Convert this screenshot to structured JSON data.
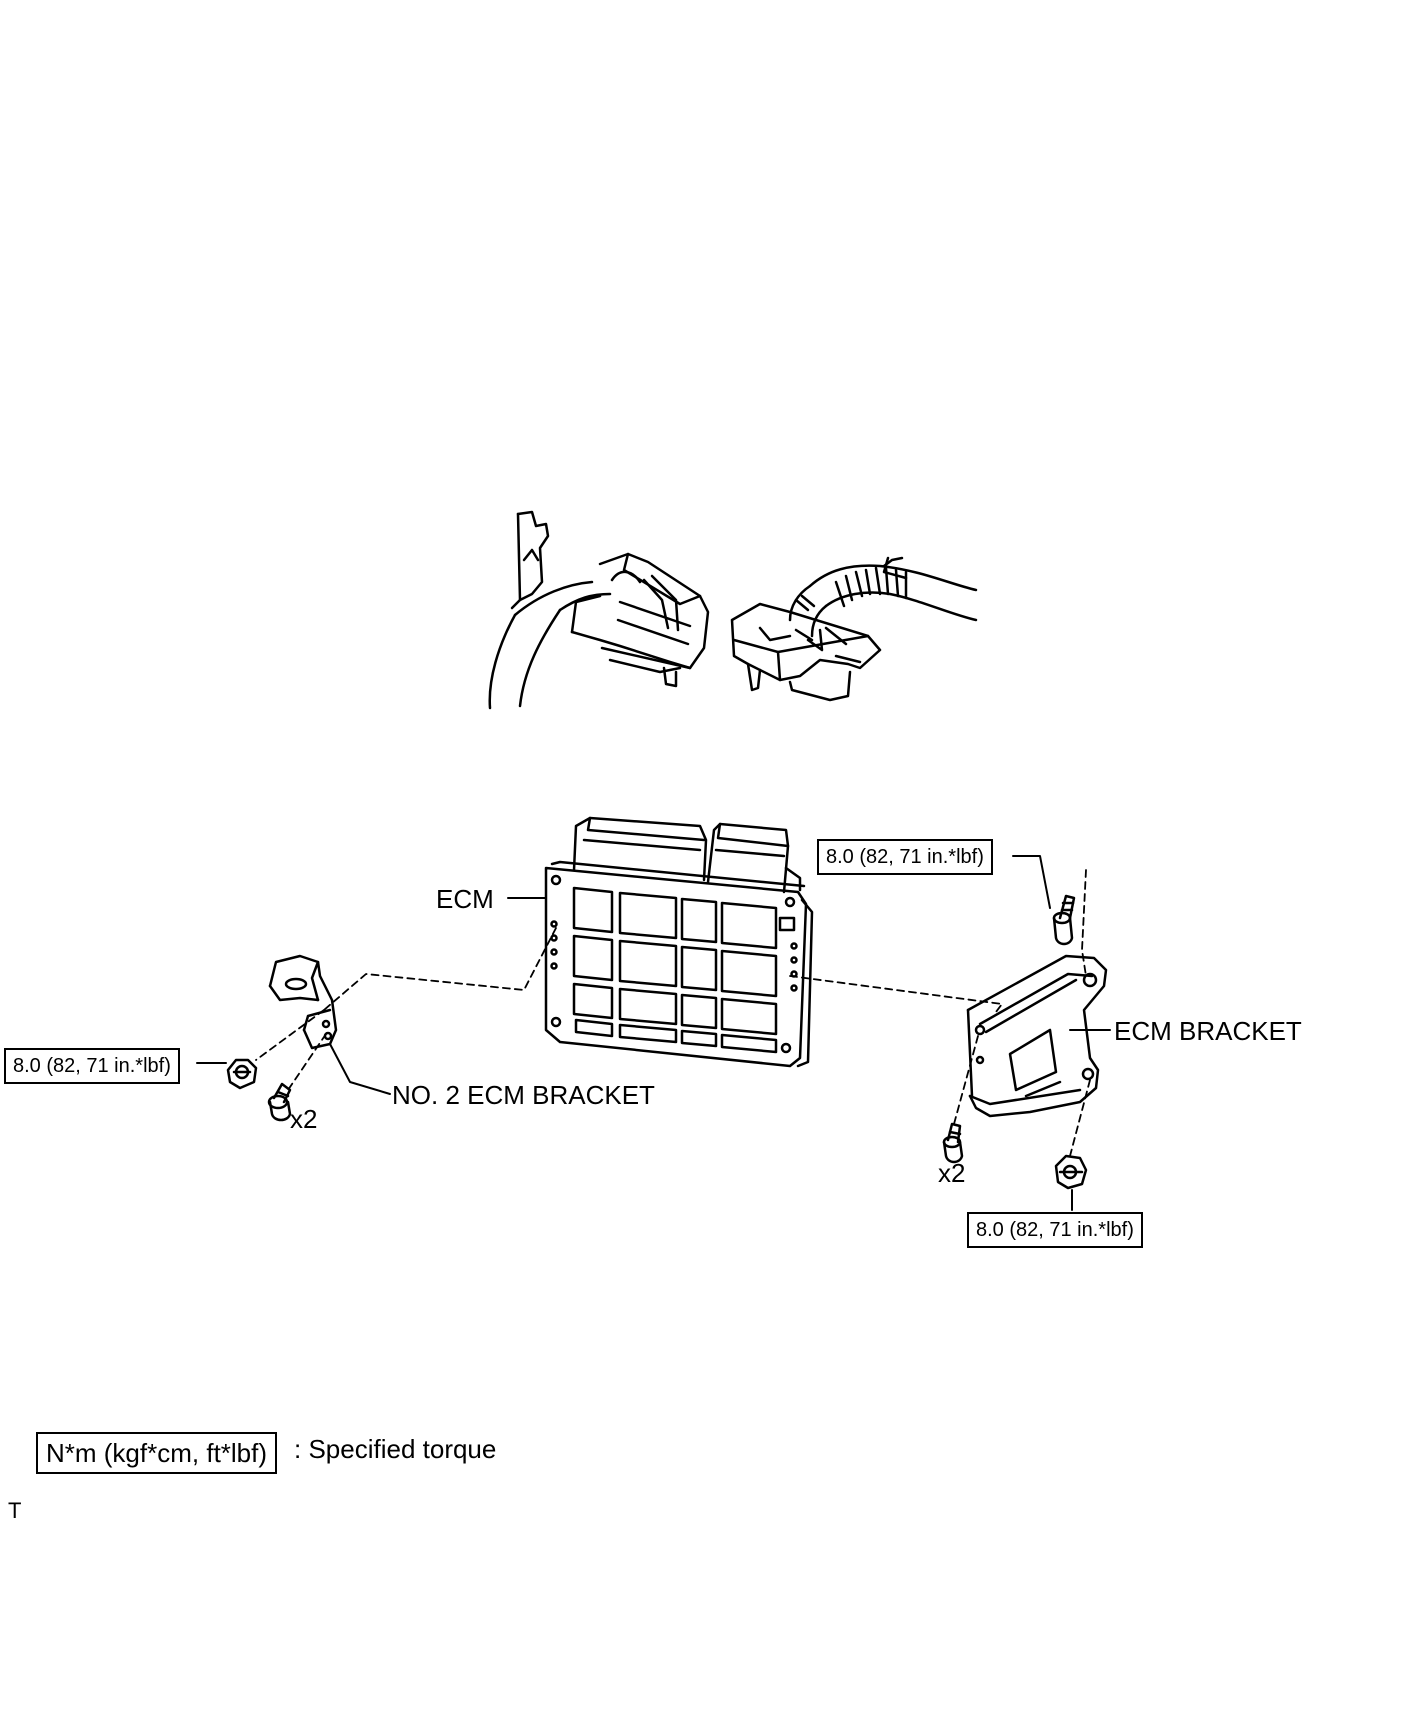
{
  "labels": {
    "ecm": "ECM",
    "ecm_bracket": "ECM BRACKET",
    "no2_ecm_bracket": "NO. 2 ECM BRACKET",
    "qty_left": "x2",
    "qty_right": "x2"
  },
  "torque": {
    "top_right": "8.0 (82, 71 in.*lbf)",
    "left": "8.0 (82, 71 in.*lbf)",
    "bottom_right": "8.0 (82, 71 in.*lbf)"
  },
  "legend": {
    "unit": "N*m (kgf*cm, ft*lbf)",
    "description": ": Specified torque"
  },
  "footer_code": "T"
}
